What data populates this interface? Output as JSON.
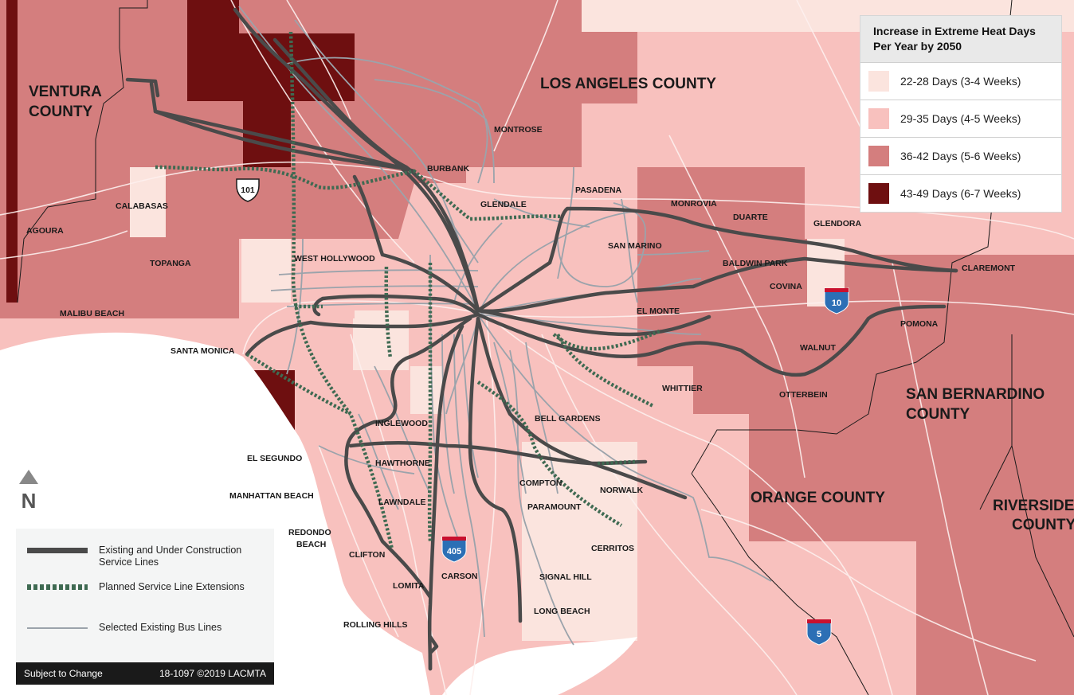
{
  "colors": {
    "ocean": "#ffffff",
    "heat_22_28": "#fbe4de",
    "heat_29_35": "#f8c1be",
    "heat_36_42": "#d47e7e",
    "heat_43_49": "#6e0f10",
    "rail_existing": "#4a4a4a",
    "rail_planned": "#3f6a52",
    "bus": "#9ba3ab"
  },
  "counties": {
    "ventura": [
      "VENTURA",
      "COUNTY"
    ],
    "los_angeles": "LOS ANGELES COUNTY",
    "san_bernardino": [
      "SAN BERNARDINO",
      "COUNTY"
    ],
    "orange": "ORANGE COUNTY",
    "riverside": [
      "RIVERSIDE",
      "COUNTY"
    ]
  },
  "places": {
    "agoura": "AGOURA",
    "calabasas": "CALABASAS",
    "topanga": "TOPANGA",
    "malibu_beach": "MALIBU BEACH",
    "santa_monica": "SANTA MONICA",
    "west_hollywood": "WEST HOLLYWOOD",
    "burbank": "BURBANK",
    "montrose": "MONTROSE",
    "glendale": "GLENDALE",
    "pasadena": "PASADENA",
    "san_marino": "SAN MARINO",
    "monrovia": "MONROVIA",
    "duarte": "DUARTE",
    "glendora": "GLENDORA",
    "baldwin_park": "BALDWIN PARK",
    "claremont": "CLAREMONT",
    "covina": "COVINA",
    "el_monte": "EL MONTE",
    "pomona": "POMONA",
    "walnut": "WALNUT",
    "whittier": "WHITTIER",
    "otterbein": "OTTERBEIN",
    "bell_gardens": "BELL GARDENS",
    "inglewood": "INGLEWOOD",
    "el_segundo": "EL SEGUNDO",
    "hawthorne": "HAWTHORNE",
    "manhattan_beach": "MANHATTAN BEACH",
    "lawndale": "LAWNDALE",
    "compton": "COMPTON",
    "norwalk": "NORWALK",
    "paramount": "PARAMOUNT",
    "redondo_beach": [
      "REDONDO",
      "BEACH"
    ],
    "clifton": "CLIFTON",
    "cerritos": "CERRITOS",
    "carson": "CARSON",
    "lomita": "LOMITA",
    "signal_hill": "SIGNAL HILL",
    "long_beach": "LONG BEACH",
    "rolling_hills": "ROLLING HILLS"
  },
  "shields": {
    "us101": "101",
    "i10": "10",
    "i405": "405",
    "i5": "5"
  },
  "heat_legend": {
    "title": "Increase in Extreme Heat Days Per Year by 2050",
    "items": [
      {
        "label": "22-28 Days (3-4 Weeks)",
        "color": "#fbe4de"
      },
      {
        "label": "29-35 Days (4-5 Weeks)",
        "color": "#f8c1be"
      },
      {
        "label": "36-42 Days (5-6 Weeks)",
        "color": "#d47e7e"
      },
      {
        "label": "43-49 Days (6-7 Weeks)",
        "color": "#6e0f10"
      }
    ]
  },
  "line_legend": {
    "existing": "Existing and Under Construction Service Lines",
    "planned": "Planned Service Line Extensions",
    "bus": "Selected Existing Bus Lines"
  },
  "footer": {
    "left": "Subject to Change",
    "right": "18-1097 ©2019 LACMTA"
  },
  "north": {
    "icon": "north-arrow-icon",
    "label": "N"
  }
}
